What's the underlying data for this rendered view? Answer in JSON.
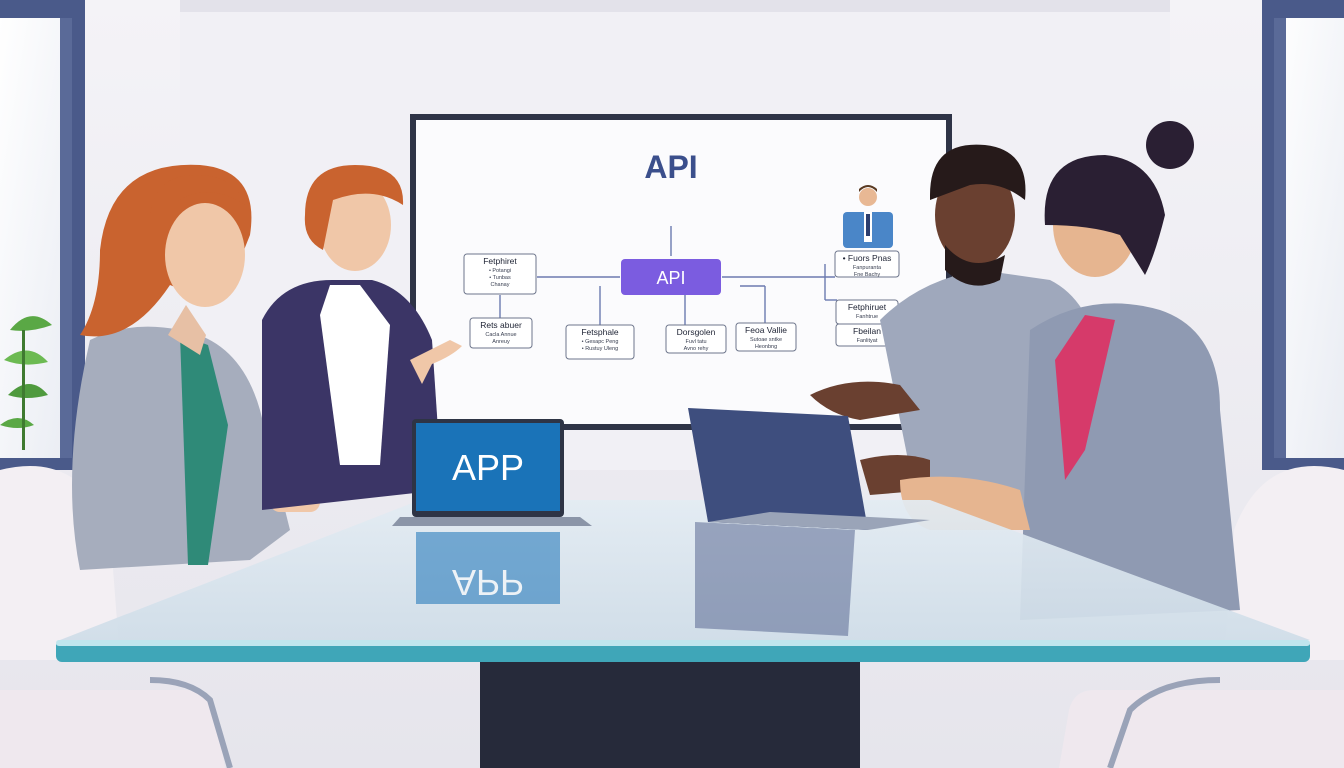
{
  "board": {
    "title": "API",
    "hub_label": "API",
    "nodes": [
      {
        "title": "Fetphiret",
        "lines": [
          "• Potangi",
          "• Tunbas",
          "Chanay"
        ]
      },
      {
        "title": "Rets abuer",
        "lines": [
          "Cacla Annue",
          "Anreuy"
        ]
      },
      {
        "title": "Fetsphale",
        "lines": [
          "• Gesapc Peng",
          "• Rustuy Uleng"
        ]
      },
      {
        "title": "Dorsgolen",
        "lines": [
          "Fuvl tatu",
          "Avno rehy"
        ]
      },
      {
        "title": "Feoa Vallie",
        "lines": [
          "Sutoae sntke",
          "Heonbng"
        ]
      },
      {
        "title": "• Fuors Pnas",
        "lines": [
          "Fanpuranta",
          "Fne Bachy"
        ]
      },
      {
        "title": "Fetphiruet",
        "lines": [
          "Fanhtrue"
        ]
      },
      {
        "title": "Fbeilan",
        "lines": [
          "Fanlityat"
        ]
      }
    ]
  },
  "laptop_left": {
    "screen_text": "APP",
    "reflection_text": "APP"
  },
  "colors": {
    "wall": "#eeedf2",
    "board_frame": "#3a3f55",
    "hub": "#7b5ce0",
    "title_blue": "#3b4f8c",
    "suit_navy": "#3b3566",
    "suit_grey": "#a6adbd",
    "laptop_blue": "#1a73b8",
    "table_glass": "#d8e4ec",
    "table_edge": "#3fa6b8"
  },
  "icons": [
    "presenter-icon",
    "plant-icon",
    "chair-icon"
  ]
}
